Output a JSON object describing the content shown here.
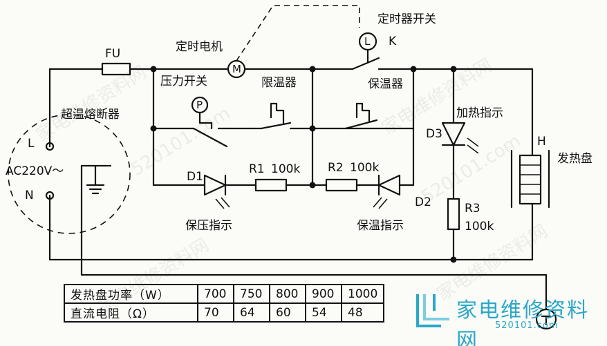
{
  "labels": {
    "fu": "FU",
    "timer_motor": "定时电机",
    "motor_symbol": "M",
    "timer_switch": "定时器开关",
    "lamp_symbol": "L",
    "k": "K",
    "pressure_switch": "压力开关",
    "limiter": "限温器",
    "keep_warm": "保温器",
    "over_temp_fuse": "超温熔断器",
    "pressure_symbol": "P",
    "heating_indicator": "加热指示",
    "d3": "D3",
    "h": "H",
    "heating_plate": "发热盘",
    "l_terminal": "L",
    "ac": "AC220V～",
    "n_terminal": "N",
    "d1": "D1",
    "r1": "R1",
    "r1_val": "100k",
    "r2": "R2",
    "r2_val": "100k",
    "d2": "D2",
    "r3": "R3",
    "r3_val": "100k",
    "pressure_indicator": "保压指示",
    "warm_indicator": "保温指示"
  },
  "table": {
    "rows": [
      {
        "header": "发热盘功率（W）",
        "values": [
          "700",
          "750",
          "800",
          "900",
          "1000"
        ]
      },
      {
        "header": "直流电阻（Ω）",
        "values": [
          "70",
          "64",
          "60",
          "54",
          "48"
        ]
      }
    ]
  },
  "watermark": {
    "text": "家电维修资料网",
    "url": "520101.com",
    "brand": "家电维修资料网",
    "brand_url": "520101.com"
  },
  "colors": {
    "brand": "#2aa7c9",
    "line": "#111111"
  }
}
